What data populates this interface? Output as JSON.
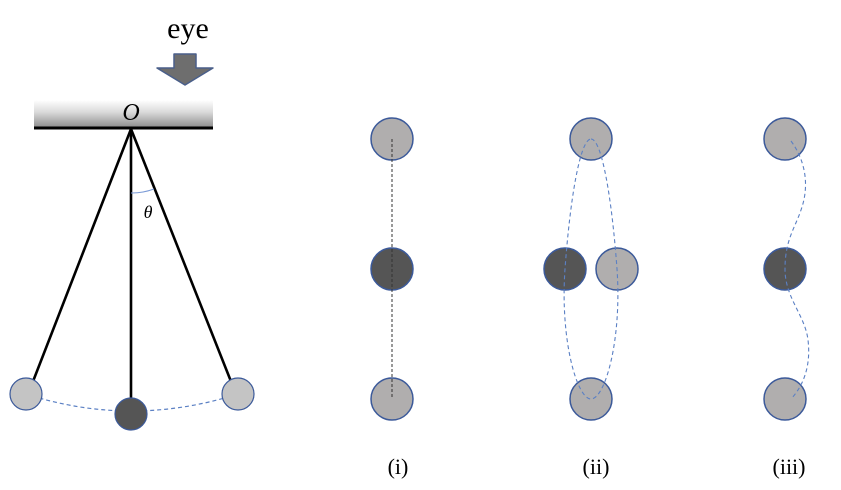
{
  "pendulum": {
    "eye_label": "eye",
    "pivot_label": "O",
    "angle_label": "θ"
  },
  "views": [
    {
      "label": "(i)",
      "path": "straight-line"
    },
    {
      "label": "(ii)",
      "path": "ellipse-loop"
    },
    {
      "label": "(iii)",
      "path": "s-curve"
    }
  ],
  "colors": {
    "light_bob": "#b0aeae",
    "left_right_bob": "#c4c4c4",
    "dark_bob": "#555555",
    "bob_outline": "#3c5a9a",
    "dashed_path": "#5b80c4",
    "arrow_fill": "#6e6e6e",
    "arrow_outline": "#4a5f8a",
    "rod": "#000000"
  }
}
